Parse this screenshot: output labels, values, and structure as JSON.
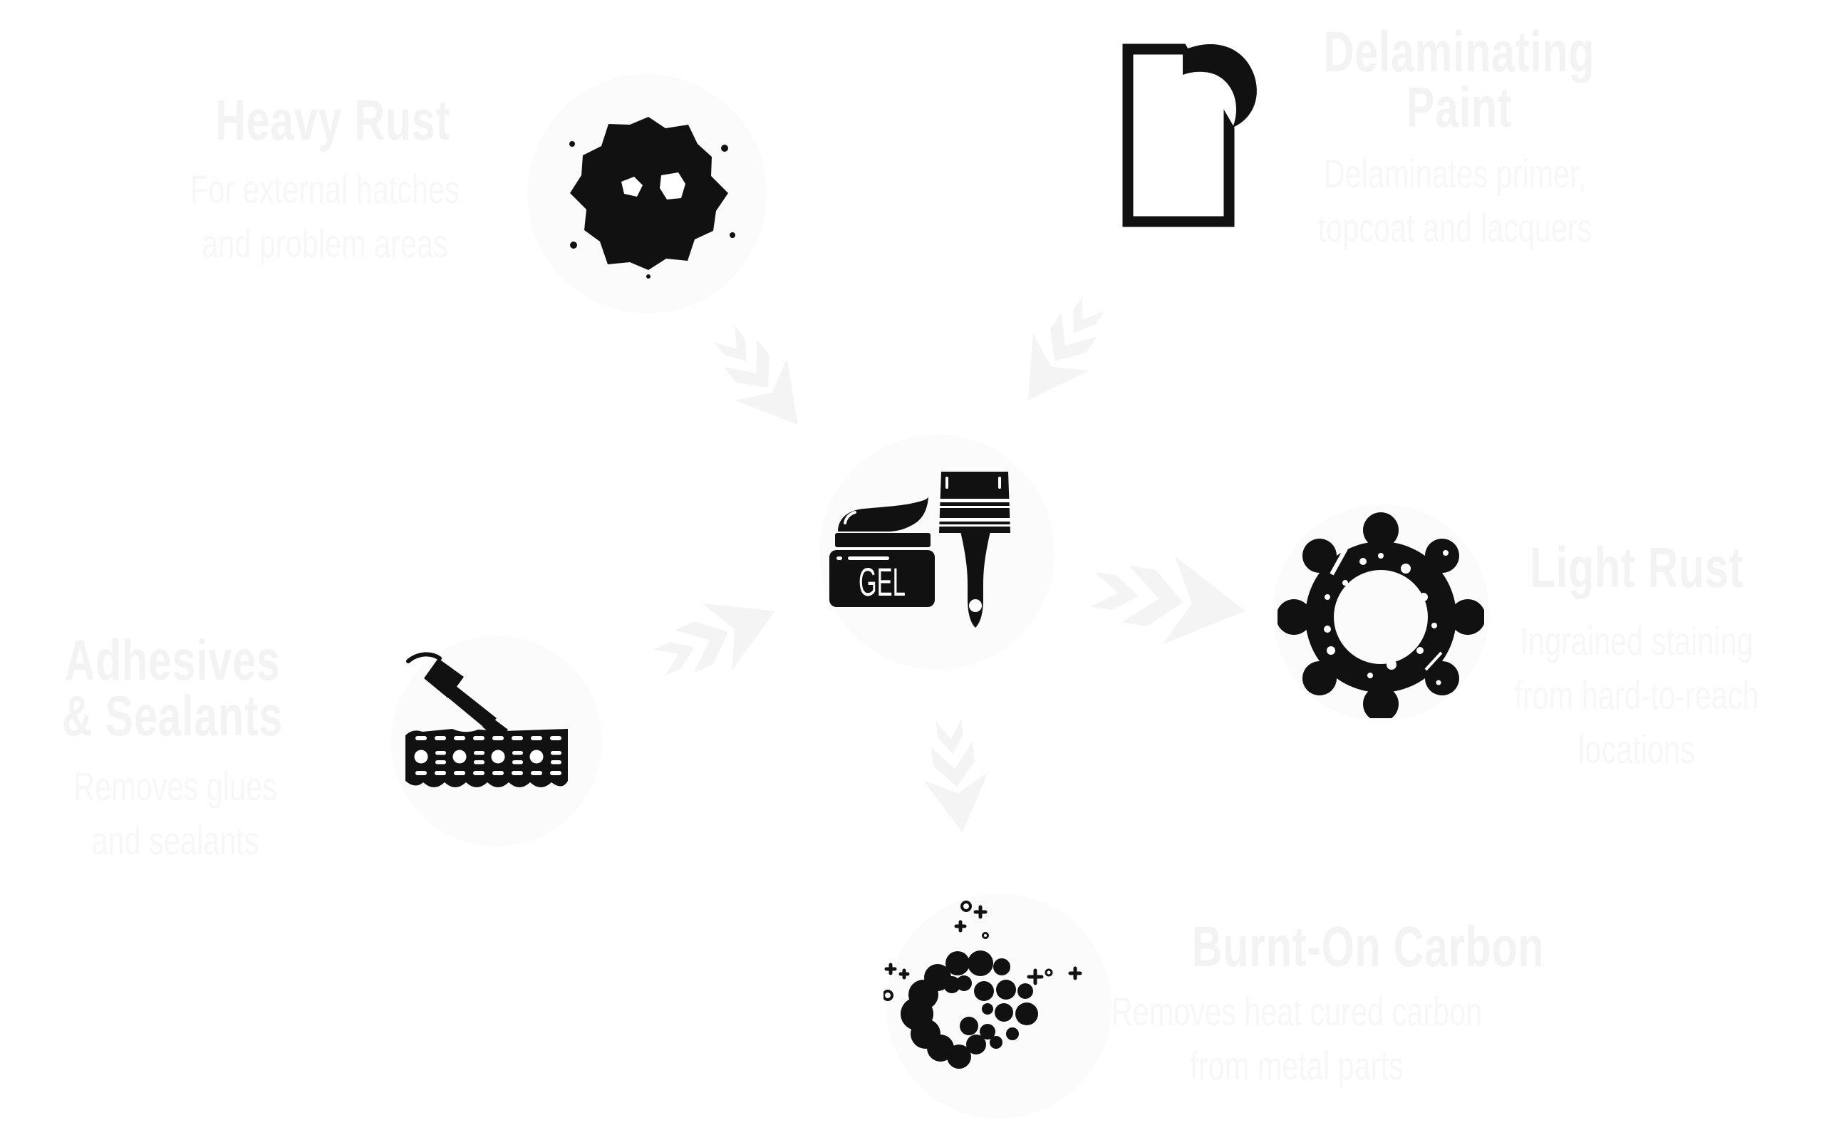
{
  "page": {
    "description": "Rust removal gel infographic with central GEL jar and paintbrush icon linked by chevron arrows to five problem types"
  },
  "palette": {
    "page_bg": "#ffffff",
    "icon_black": "#111111",
    "title_text": "#f3f3f3",
    "subtitle_text": "#f7f7f7",
    "arrow_gray": "#f4f4f4",
    "halo_gray": "#fbfbfb"
  },
  "center_product": {
    "icon": "gel-jar-and-paintbrush-icon",
    "jar_label": "GEL"
  },
  "sections": {
    "heavy_rust": {
      "icon": "rust-splotch-icon",
      "title_lines": [
        "Heavy Rust"
      ],
      "subtitle_lines": [
        "For external hatches",
        "and problem areas"
      ]
    },
    "delaminating_paint": {
      "icon": "peeling-paint-icon",
      "title_lines": [
        "Delaminating",
        "Paint"
      ],
      "subtitle_lines": [
        "Delaminates primer,",
        "topcoat and lacquers"
      ]
    },
    "light_rust": {
      "icon": "rusty-ring-icon",
      "title_lines": [
        "Light Rust"
      ],
      "subtitle_lines": [
        "Ingrained staining",
        "from hard-to-reach",
        "locations"
      ]
    },
    "adhesives_sealants": {
      "icon": "sealant-gun-icon",
      "title_lines": [
        "Adhesives",
        "& Sealants"
      ],
      "subtitle_lines": [
        "Removes glues",
        "and sealants"
      ]
    },
    "burnt_on_carbon": {
      "icon": "dissolving-carbon-icon",
      "title_lines": [
        "Burnt-On Carbon"
      ],
      "subtitle_lines": [
        "Removes heat cured carbon",
        "from metal parts"
      ]
    }
  },
  "arrows": [
    {
      "name": "arrow-heavy-rust-to-gel",
      "direction": "down-right"
    },
    {
      "name": "arrow-delaminating-paint-to-gel",
      "direction": "down-left"
    },
    {
      "name": "arrow-gel-to-light-rust",
      "direction": "right"
    },
    {
      "name": "arrow-adhesives-to-gel",
      "direction": "up-right"
    },
    {
      "name": "arrow-gel-to-burnt-carbon",
      "direction": "down"
    }
  ]
}
